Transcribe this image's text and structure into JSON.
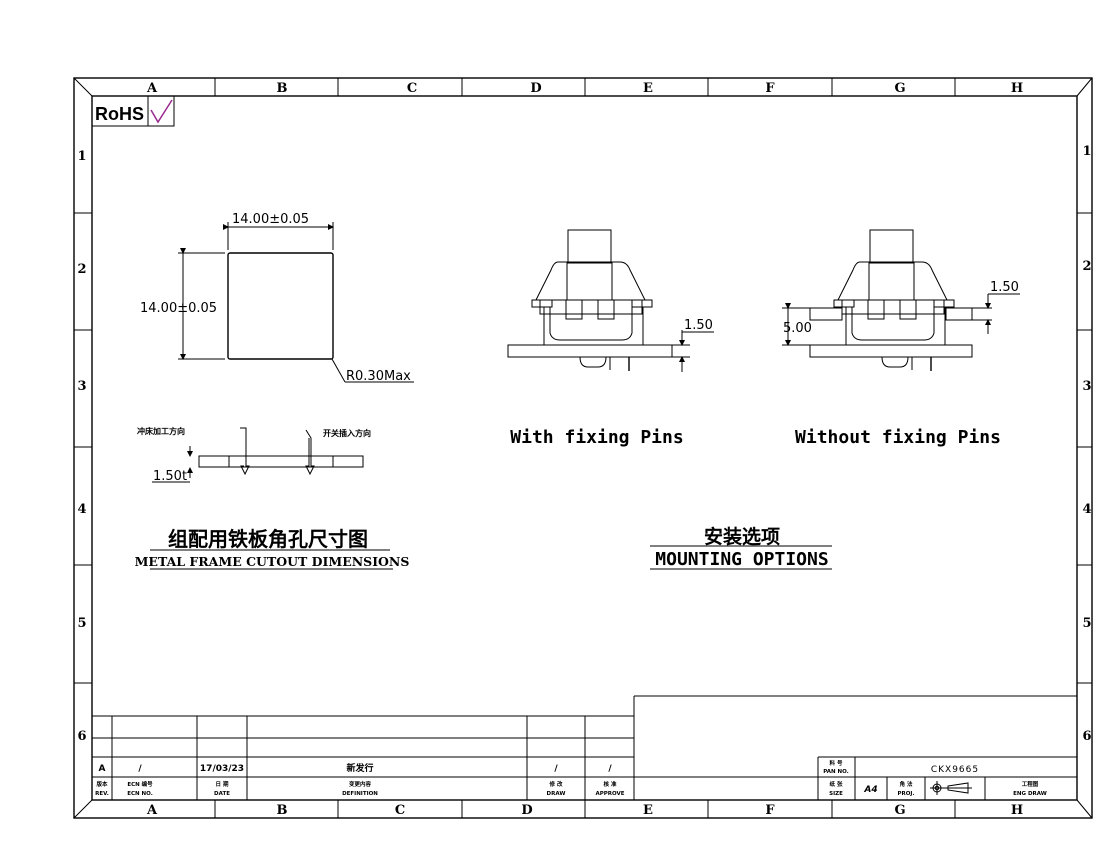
{
  "columns": [
    "A",
    "B",
    "C",
    "D",
    "E",
    "F",
    "G",
    "H"
  ],
  "rows": [
    "1",
    "2",
    "3",
    "4",
    "5",
    "6"
  ],
  "rohs": {
    "label": "RoHS",
    "check_color": "#9b2b8f"
  },
  "cutout": {
    "width_dim": "14.00±0.05",
    "height_dim": "14.00±0.05",
    "radius_dim": "R0.30Max",
    "punch_direction": "冲床加工方向",
    "insert_direction": "开关插入方向",
    "thickness_dim": "1.50t",
    "title_cn": "组配用铁板角孔尺寸图",
    "title_en": "METAL FRAME CUTOUT DIMENSIONS"
  },
  "mounting": {
    "with_pins_label": "With fixing Pins",
    "without_pins_label": "Without fixing Pins",
    "with_pins_dim": "1.50",
    "without_pins_dim_plate": "1.50",
    "without_pins_dim_gap": "5.00",
    "title_cn": "安装选项",
    "title_en": "MOUNTING OPTIONS"
  },
  "revision_table": {
    "row": {
      "rev": "A",
      "ecn": "/",
      "date": "17/03/23",
      "description": "新发行",
      "draw": "/",
      "approve": "/"
    },
    "headers": [
      {
        "cn": "版本",
        "en": "REV."
      },
      {
        "cn": "ECN 编号",
        "en": "ECN NO."
      },
      {
        "cn": "日 期",
        "en": "DATE"
      },
      {
        "cn": "变更内容",
        "en": "DEFINITION"
      },
      {
        "cn": "修 改",
        "en": "DRAW"
      },
      {
        "cn": "核 准",
        "en": "APPROVE"
      }
    ]
  },
  "title_block": {
    "part_no_label_cn": "料 号",
    "part_no_label_en": "PAN NO.",
    "part_no": "CKX9665",
    "size_label_cn": "纸 张",
    "size_label_en": "SIZE",
    "size": "A4",
    "proj_label_cn": "角 法",
    "proj_label_en": "PROJ.",
    "eng_label_cn": "工程图",
    "eng_label_en": "ENG DRAW"
  }
}
